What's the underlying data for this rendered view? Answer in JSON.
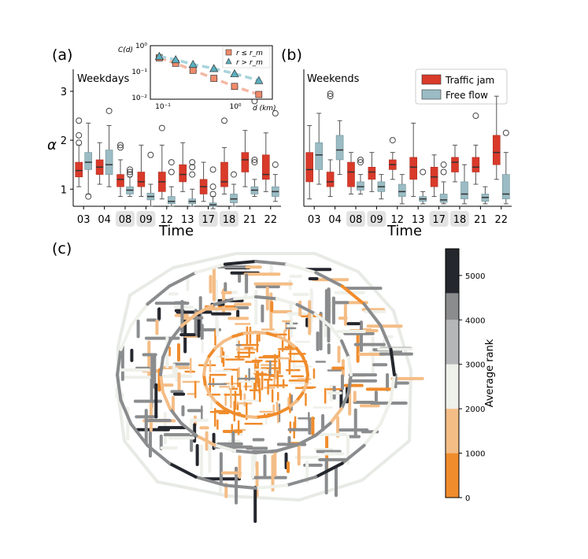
{
  "panels": {
    "a": "(a)",
    "b": "(b)",
    "c": "(c)"
  },
  "colors": {
    "jam": "#d93a2a",
    "free": "#9bbcc4",
    "jam_dark": "#b02e20",
    "free_dark": "#6f8f97"
  },
  "chart_data": [
    {
      "type": "box",
      "panel": "(a)",
      "title": "Weekdays",
      "xlabel": "Time",
      "ylabel": "α",
      "ylim": [
        0.65,
        3.45
      ],
      "yticks": [
        1,
        2,
        3
      ],
      "categories": [
        "03",
        "04",
        "08",
        "09",
        "12",
        "13",
        "17",
        "18",
        "21",
        "22"
      ],
      "highlighted": [
        "08",
        "09",
        "17",
        "18"
      ],
      "series": [
        {
          "name": "Traffic jam",
          "boxes": [
            {
              "lo": 1.05,
              "q1": 1.25,
              "med": 1.38,
              "q3": 1.55,
              "hi": 1.9,
              "out": [
                2.4,
                2.1,
                1.95
              ]
            },
            {
              "lo": 1.1,
              "q1": 1.3,
              "med": 1.45,
              "q3": 1.6,
              "hi": 1.95,
              "out": []
            },
            {
              "lo": 0.85,
              "q1": 1.05,
              "med": 1.2,
              "q3": 1.3,
              "hi": 1.6,
              "out": [
                1.9,
                1.85
              ]
            },
            {
              "lo": 0.85,
              "q1": 1.05,
              "med": 1.15,
              "q3": 1.35,
              "hi": 1.9,
              "out": []
            },
            {
              "lo": 0.8,
              "q1": 0.95,
              "med": 1.15,
              "q3": 1.35,
              "hi": 1.9,
              "out": [
                2.25
              ]
            },
            {
              "lo": 0.95,
              "q1": 1.15,
              "med": 1.3,
              "q3": 1.5,
              "hi": 1.95,
              "out": []
            },
            {
              "lo": 0.75,
              "q1": 0.9,
              "med": 1.05,
              "q3": 1.2,
              "hi": 1.55,
              "out": []
            },
            {
              "lo": 0.9,
              "q1": 1.05,
              "med": 1.15,
              "q3": 1.55,
              "hi": 1.85,
              "out": [
                2.4
              ]
            },
            {
              "lo": 1.05,
              "q1": 1.35,
              "med": 1.6,
              "q3": 1.75,
              "hi": 2.2,
              "out": []
            },
            {
              "lo": 0.95,
              "q1": 1.2,
              "med": 1.3,
              "q3": 1.7,
              "hi": 2.15,
              "out": []
            }
          ]
        },
        {
          "name": "Free flow",
          "boxes": [
            {
              "lo": 0.9,
              "q1": 1.4,
              "med": 1.55,
              "q3": 1.75,
              "hi": 2.35,
              "out": [
                0.85
              ]
            },
            {
              "lo": 1.05,
              "q1": 1.3,
              "med": 1.5,
              "q3": 1.8,
              "hi": 2.3,
              "out": [
                2.6
              ]
            },
            {
              "lo": 0.85,
              "q1": 0.9,
              "med": 0.98,
              "q3": 1.05,
              "hi": 1.25,
              "out": [
                1.4,
                1.35,
                1.3
              ]
            },
            {
              "lo": 0.65,
              "q1": 0.78,
              "med": 0.85,
              "q3": 0.92,
              "hi": 1.1,
              "out": [
                1.7
              ]
            },
            {
              "lo": 0.65,
              "q1": 0.7,
              "med": 0.75,
              "q3": 0.85,
              "hi": 1.05,
              "out": [
                1.55,
                1.35
              ]
            },
            {
              "lo": 0.65,
              "q1": 0.7,
              "med": 0.75,
              "q3": 0.8,
              "hi": 1.0,
              "out": [
                1.55,
                1.45,
                1.3
              ]
            },
            {
              "lo": 0.6,
              "q1": 0.65,
              "med": 0.68,
              "q3": 0.72,
              "hi": 0.85,
              "out": [
                1.4,
                1.05,
                0.9
              ]
            },
            {
              "lo": 0.65,
              "q1": 0.72,
              "med": 0.8,
              "q3": 0.9,
              "hi": 1.1,
              "out": [
                1.3
              ]
            },
            {
              "lo": 0.85,
              "q1": 0.9,
              "med": 0.98,
              "q3": 1.05,
              "hi": 1.2,
              "out": [
                1.6,
                1.55,
                2.8
              ]
            },
            {
              "lo": 0.75,
              "q1": 0.85,
              "med": 0.95,
              "q3": 1.05,
              "hi": 1.3,
              "out": [
                2.55,
                1.5
              ]
            }
          ]
        }
      ]
    },
    {
      "type": "box",
      "panel": "(b)",
      "title": "Weekends",
      "xlabel": "Time",
      "ylim": [
        0.65,
        3.45
      ],
      "categories": [
        "03",
        "04",
        "08",
        "09",
        "12",
        "13",
        "17",
        "18",
        "21",
        "22"
      ],
      "highlighted": [
        "08",
        "09",
        "17",
        "18"
      ],
      "legend": [
        "Traffic jam",
        "Free flow"
      ],
      "series": [
        {
          "name": "Traffic jam",
          "boxes": [
            {
              "lo": 0.8,
              "q1": 1.15,
              "med": 1.4,
              "q3": 1.75,
              "hi": 2.3,
              "out": []
            },
            {
              "lo": 0.85,
              "q1": 1.05,
              "med": 1.15,
              "q3": 1.35,
              "hi": 1.6,
              "out": [
                2.95,
                2.9
              ]
            },
            {
              "lo": 0.9,
              "q1": 1.05,
              "med": 1.35,
              "q3": 1.55,
              "hi": 1.75,
              "out": []
            },
            {
              "lo": 0.95,
              "q1": 1.2,
              "med": 1.35,
              "q3": 1.45,
              "hi": 1.75,
              "out": []
            },
            {
              "lo": 1.2,
              "q1": 1.4,
              "med": 1.5,
              "q3": 1.6,
              "hi": 1.75,
              "out": [
                2.0
              ]
            },
            {
              "lo": 0.85,
              "q1": 1.2,
              "med": 1.45,
              "q3": 1.65,
              "hi": 2.35,
              "out": []
            },
            {
              "lo": 0.85,
              "q1": 1.05,
              "med": 1.25,
              "q3": 1.45,
              "hi": 1.7,
              "out": []
            },
            {
              "lo": 1.15,
              "q1": 1.35,
              "med": 1.55,
              "q3": 1.65,
              "hi": 1.9,
              "out": []
            },
            {
              "lo": 1.1,
              "q1": 1.35,
              "med": 1.45,
              "q3": 1.65,
              "hi": 1.9,
              "out": [
                2.5
              ]
            },
            {
              "lo": 1.2,
              "q1": 1.5,
              "med": 1.75,
              "q3": 2.1,
              "hi": 2.9,
              "out": []
            }
          ]
        },
        {
          "name": "Free flow",
          "boxes": [
            {
              "lo": 1.1,
              "q1": 1.4,
              "med": 1.7,
              "q3": 1.95,
              "hi": 2.55,
              "out": []
            },
            {
              "lo": 1.3,
              "q1": 1.6,
              "med": 1.8,
              "q3": 2.1,
              "hi": 2.4,
              "out": []
            },
            {
              "lo": 0.9,
              "q1": 0.98,
              "med": 1.05,
              "q3": 1.15,
              "hi": 1.3,
              "out": [
                1.6,
                1.55
              ]
            },
            {
              "lo": 0.8,
              "q1": 0.95,
              "med": 1.05,
              "q3": 1.15,
              "hi": 1.3,
              "out": []
            },
            {
              "lo": 0.7,
              "q1": 0.85,
              "med": 0.95,
              "q3": 1.1,
              "hi": 1.3,
              "out": []
            },
            {
              "lo": 0.7,
              "q1": 0.75,
              "med": 0.8,
              "q3": 0.85,
              "hi": 0.95,
              "out": [
                1.35
              ]
            },
            {
              "lo": 0.7,
              "q1": 0.73,
              "med": 0.78,
              "q3": 0.9,
              "hi": 1.15,
              "out": [
                1.5,
                1.35
              ]
            },
            {
              "lo": 0.7,
              "q1": 0.8,
              "med": 0.9,
              "q3": 1.15,
              "hi": 1.5,
              "out": []
            },
            {
              "lo": 0.7,
              "q1": 0.75,
              "med": 0.83,
              "q3": 0.9,
              "hi": 1.05,
              "out": []
            },
            {
              "lo": 0.7,
              "q1": 0.8,
              "med": 0.9,
              "q3": 1.3,
              "hi": 1.75,
              "out": [
                2.15
              ]
            }
          ]
        }
      ]
    },
    {
      "type": "scatter",
      "panel": "inset",
      "ylabel": "C(d)",
      "xlabel": "d (km)",
      "log_x": true,
      "log_y": true,
      "yticks": [
        "10⁰",
        "10⁻¹",
        "10⁻²"
      ],
      "xticks": [
        "10⁻¹",
        "10⁰"
      ],
      "series": [
        {
          "name": "r ≤ r_m",
          "marker": "square",
          "x": [
            0.07,
            0.13,
            0.25,
            0.55,
            1.2,
            3.0
          ],
          "y": [
            0.35,
            0.22,
            0.12,
            0.06,
            0.03,
            0.015
          ]
        },
        {
          "name": "r > r_m",
          "marker": "triangle",
          "x": [
            0.07,
            0.13,
            0.25,
            0.55,
            1.2,
            3.0
          ],
          "y": [
            0.4,
            0.3,
            0.2,
            0.14,
            0.09,
            0.05
          ]
        }
      ]
    },
    {
      "type": "map",
      "panel": "(c)",
      "colorbar": {
        "label": "Average rank",
        "ticks": [
          0,
          1000,
          2000,
          3000,
          4000,
          5000
        ],
        "range": [
          0,
          5600
        ],
        "bands": [
          {
            "from": 0,
            "to": 1000,
            "color": "#f08c2c"
          },
          {
            "from": 1000,
            "to": 2000,
            "color": "#f4bd86"
          },
          {
            "from": 2000,
            "to": 3000,
            "color": "#eef0ea"
          },
          {
            "from": 3000,
            "to": 4000,
            "color": "#b4b6b8"
          },
          {
            "from": 4000,
            "to": 4600,
            "color": "#8a8c8e"
          },
          {
            "from": 4600,
            "to": 5600,
            "color": "#25272e"
          }
        ]
      }
    }
  ]
}
